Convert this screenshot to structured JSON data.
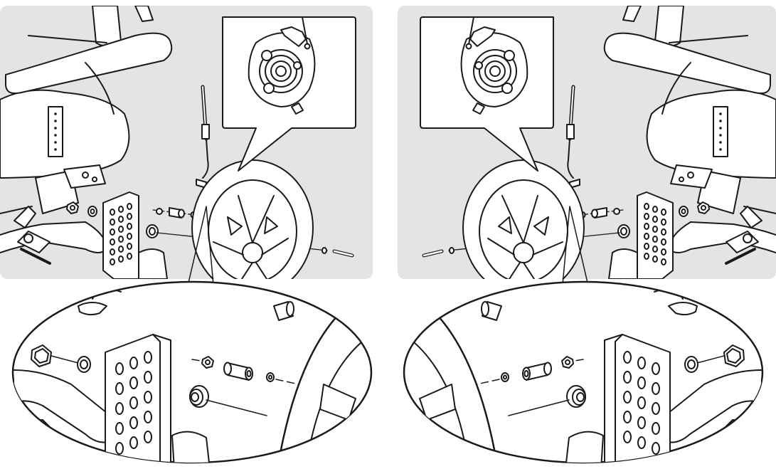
{
  "figure": {
    "panels": [
      {
        "side": "left",
        "label": "assembly-left-side",
        "wheel_position": "right"
      },
      {
        "side": "right",
        "label": "assembly-right-side",
        "wheel_position": "left"
      }
    ],
    "colors": {
      "panel_background": "#e4e4e4",
      "line": "#1a1a1a",
      "fill": "#ffffff"
    },
    "parts": [
      "hex-nut",
      "washer",
      "frame-plate",
      "flanged-bushing",
      "spacer-tube",
      "small-washer",
      "axle-bolt",
      "brake-cable",
      "wheel",
      "brake-hub"
    ]
  }
}
